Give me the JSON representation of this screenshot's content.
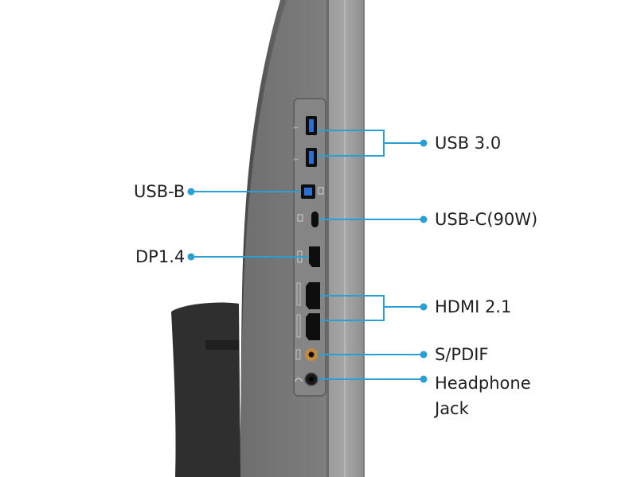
{
  "colors": {
    "leader": "#2a9fd6",
    "text": "#1f1f1f",
    "bezel": "#8a8a8a",
    "panel": "#7b7b7b",
    "stand": "#2f2f2f",
    "port": "#0e0e0e",
    "usb_blue": "#2e6fd0",
    "spdif_ring": "#c58b3c"
  },
  "labels": {
    "usb30": "USB 3.0",
    "usbb": "USB-B",
    "usbc": "USB-C(90W)",
    "dp": "DP1.4",
    "hdmi": "HDMI 2.1",
    "spdif": "S/PDIF",
    "headphone": "Headphone Jack"
  },
  "icons": {
    "usb_a": "usb-trident-icon",
    "usb_b": "usb-b-icon",
    "usb_c": "usb-c-icon",
    "displayport": "displayport-icon",
    "hdmi": "hdmi-icon",
    "spdif": "spdif-icon",
    "headphone": "headphone-icon"
  }
}
